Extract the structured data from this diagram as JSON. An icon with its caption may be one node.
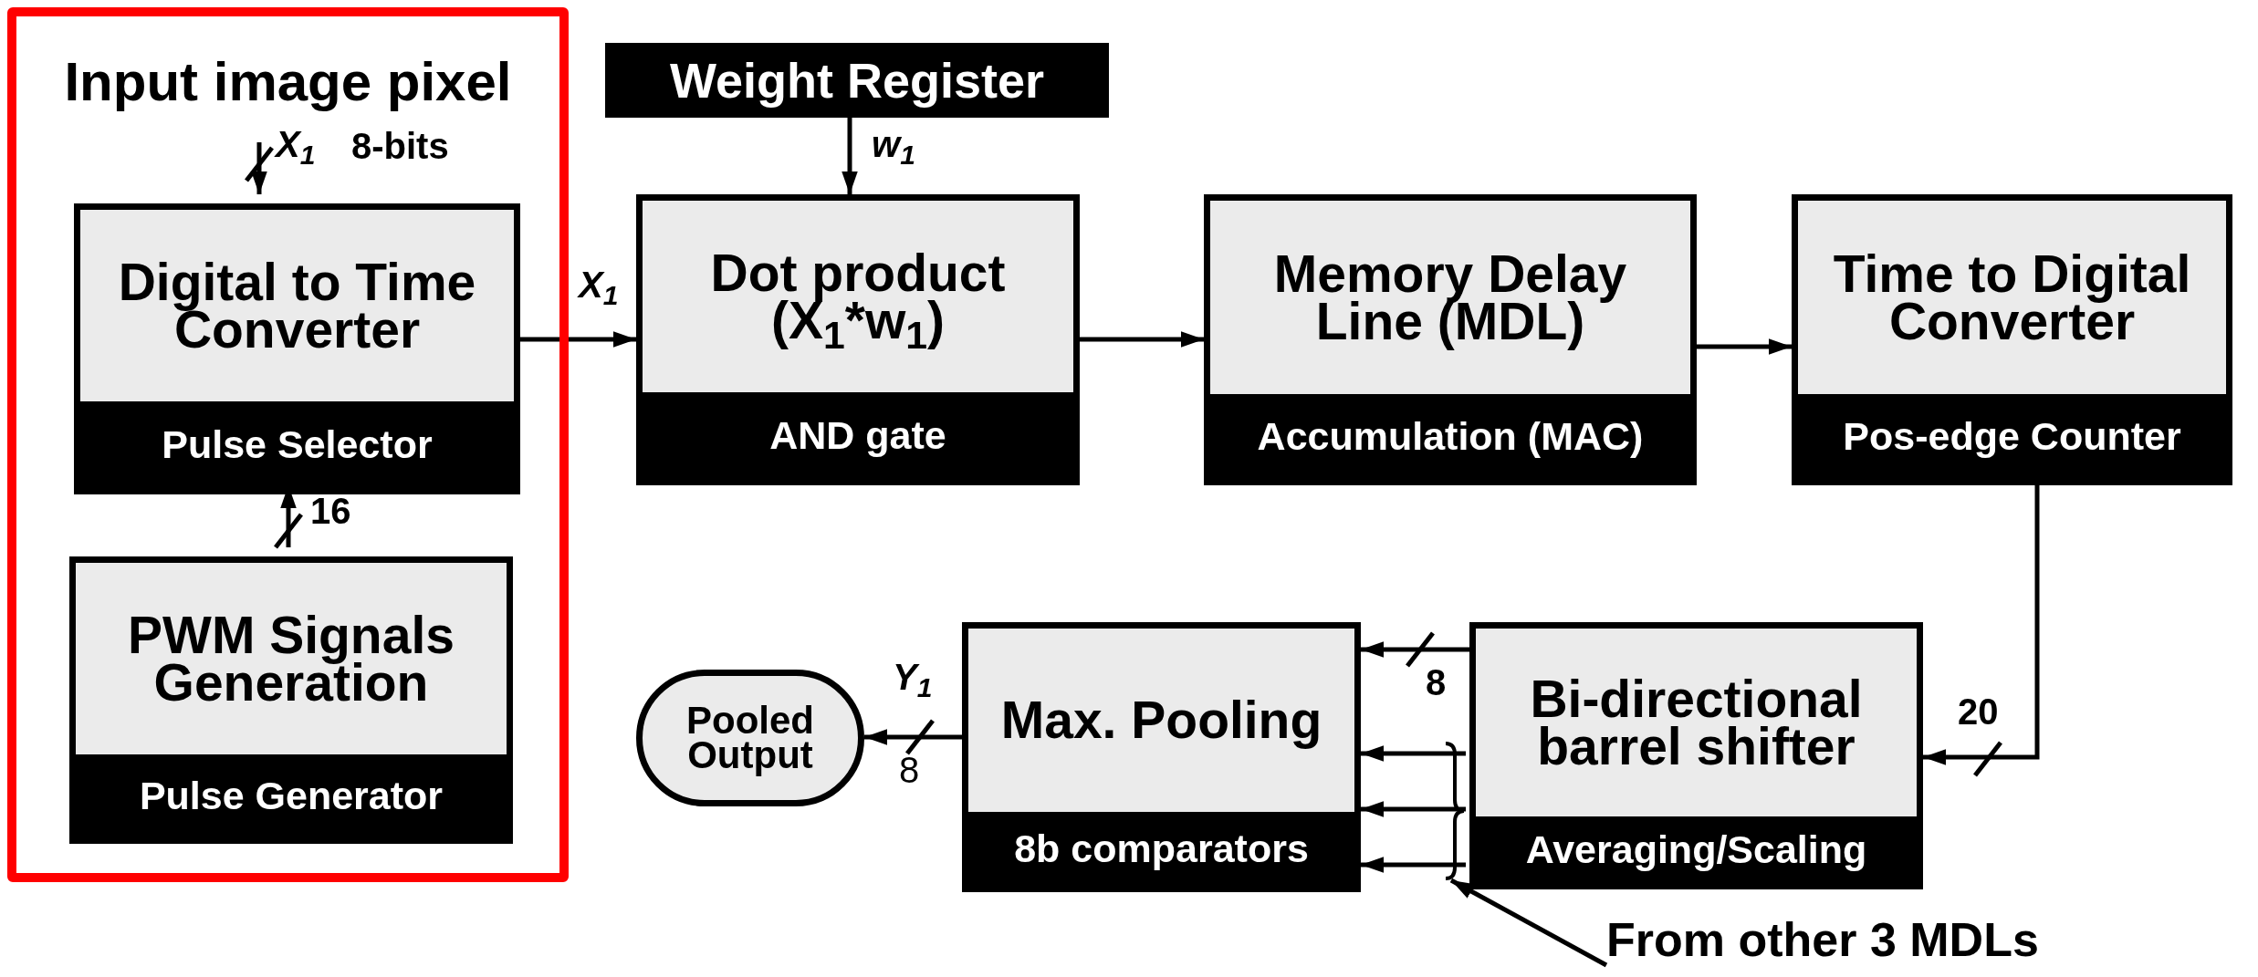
{
  "diagram": {
    "nodes": [
      {
        "text": [
          "Input image pixel"
        ]
      },
      {
        "text": [
          "Digital to Time Converter",
          "Pulse Selector"
        ],
        "in": 0
      },
      {
        "text": [
          "PWM Signals Generation",
          "Pulse Generator"
        ],
        "in": 0
      },
      {
        "text": [
          "Weight Register"
        ]
      },
      {
        "text": [
          "Dot product (X$_{1}$*w$_{1}$)",
          "AND gate"
        ]
      },
      {
        "text": [
          "Memory Delay Line (MDL)",
          "Accumulation (MAC)"
        ]
      },
      {
        "text": [
          "Time to Digital Converter",
          "Pos-edge Counter"
        ]
      },
      {
        "text": [
          "Bi-directional barrel shifter",
          "Averaging/Scaling"
        ]
      },
      {
        "text": [
          "Max. Pooling",
          "8b comparators"
        ]
      },
      {
        "text": [
          "Pooled Output"
        ]
      },
      {
        "text": [
          "From other 3 MDLs"
        ]
      },
      {
        "text": [],
        "shape": "brace"
      }
    ],
    "edges": [
      {
        "from": null,
        "to": 1,
        "arrow": "to",
        "label": "X$_{1}$"
      },
      {
        "from": 2,
        "to": 1,
        "arrow": "to",
        "label": "16"
      },
      {
        "from": 1,
        "to": 4,
        "arrow": "to",
        "label": "X$_{1}$"
      },
      {
        "from": 3,
        "to": 4,
        "arrow": "to",
        "label": "w$_{1}$"
      },
      {
        "from": 4,
        "to": 5,
        "arrow": "to"
      },
      {
        "from": 5,
        "to": 6,
        "arrow": "to"
      },
      {
        "from": 6,
        "to": 7,
        "arrow": "to",
        "label": "20"
      },
      {
        "from": 7,
        "to": 8,
        "arrow": "to",
        "label": "8"
      },
      {
        "from": 11,
        "to": 8,
        "arrow": "to"
      },
      {
        "from": 11,
        "to": 8,
        "arrow": "to"
      },
      {
        "from": 11,
        "to": 8,
        "arrow": "to"
      },
      {
        "from": 8,
        "to": 9,
        "arrow": "to",
        "label": "Y$_{1}$"
      },
      {
        "from": 10,
        "to": 11,
        "arrow": "to"
      }
    ],
    "labels": [
      "8-bits",
      "8"
    ]
  }
}
